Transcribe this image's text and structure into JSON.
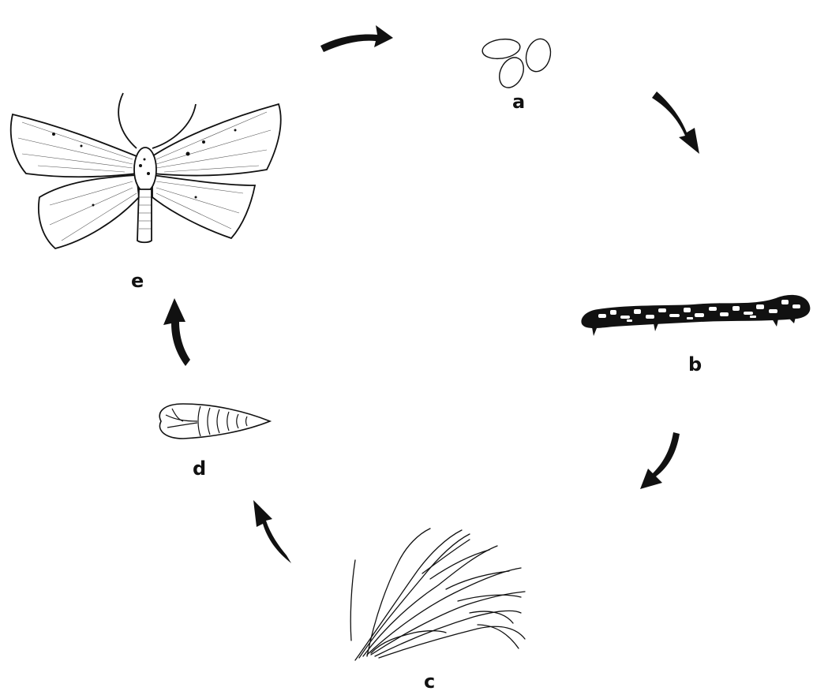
{
  "labels": {
    "eggs": "a",
    "larva": "b",
    "larva_on_pine": "c",
    "pupa": "d",
    "adult_moth": "e"
  },
  "colors": {
    "ink": "#111111",
    "paper": "#ffffff"
  }
}
